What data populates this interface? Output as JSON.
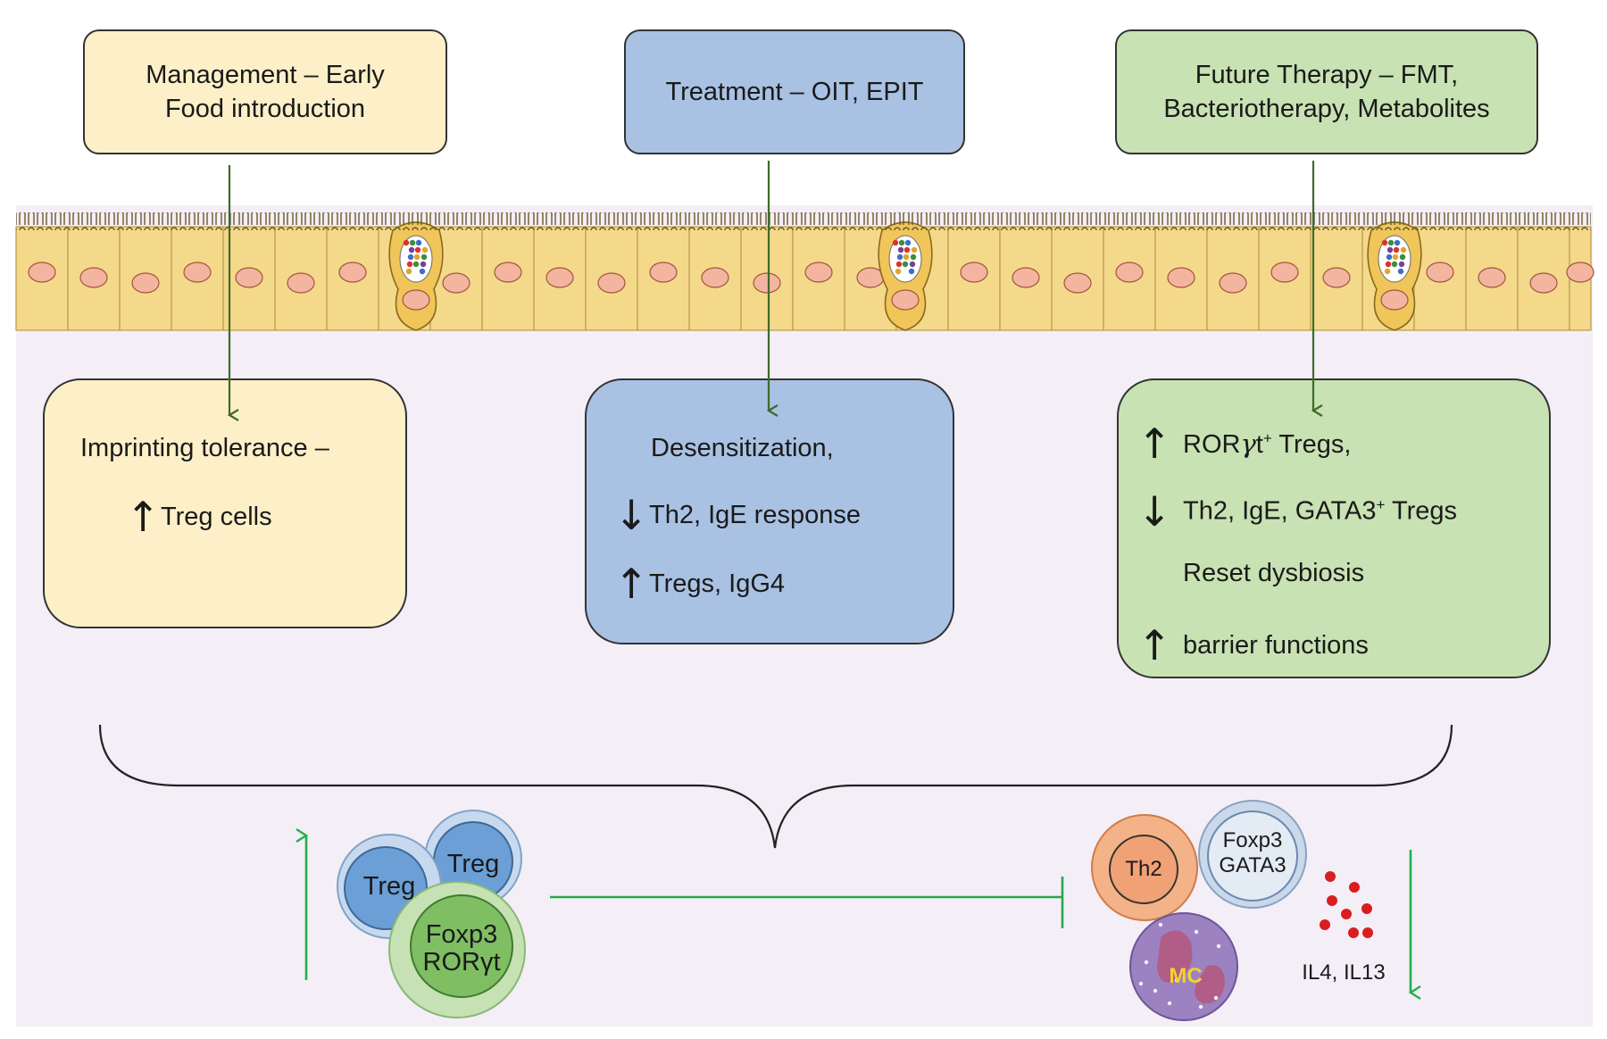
{
  "management": {
    "title_line1": "Management – Early",
    "title_line2": "Food introduction",
    "result_line1": "Imprinting tolerance –",
    "result_line2": "Treg cells",
    "result_arrow": "↑"
  },
  "treatment": {
    "title": "Treatment – OIT, EPIT",
    "result_line1": "Desensitization,",
    "result_line2": "Th2, IgE response",
    "result_line2_arrow": "↓",
    "result_line3": "Tregs, IgG4",
    "result_line3_arrow": "↑"
  },
  "future": {
    "title_line1": "Future Therapy – FMT,",
    "title_line2": "Bacteriotherapy, Metabolites",
    "result_line1_arrow": "↑",
    "result_line1_pre": "ROR",
    "result_line1_greek": "γ",
    "result_line1_t": "t",
    "result_line1_sup": "+",
    "result_line1_post": " Tregs,",
    "result_line2_arrow": "↓",
    "result_line2_pre": "Th2, IgE, GATA3",
    "result_line2_sup": "+",
    "result_line2_post": " Tregs",
    "result_line3": "Reset dysbiosis",
    "result_line4_arrow": "↑",
    "result_line4": "barrier functions"
  },
  "cells": {
    "treg_a": "Treg",
    "treg_b": "Treg",
    "foxp3_line1": "Foxp3",
    "foxp3_line2": "RORγt",
    "th2": "Th2",
    "gata3_line1": "Foxp3",
    "gata3_line2": "GATA3",
    "mc": "MC",
    "cytokines": "IL4, IL13"
  },
  "colors": {
    "yellow_box": "#fdf0c8",
    "blue_box": "#a9c1e3",
    "green_box": "#c8e2b3",
    "arrow_dark_green": "#3d6b2a",
    "arrow_bright_green": "#22b04b",
    "inhibition_line": "#2aa64e",
    "epithelium": "#f5d98a",
    "nucleus": "#f3b4a0",
    "cytokine_dots": "#d91e1e"
  }
}
